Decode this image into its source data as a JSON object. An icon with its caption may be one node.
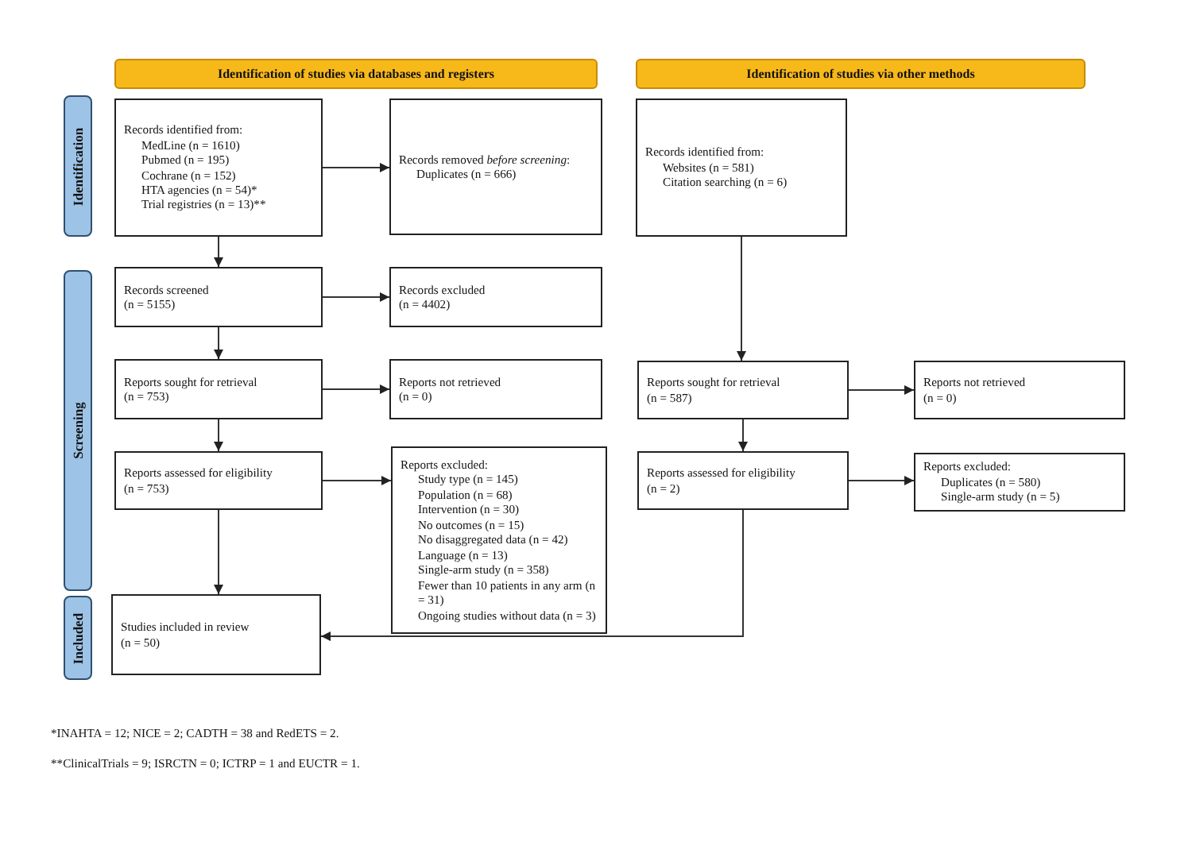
{
  "diagram": {
    "nodes": [
      {
        "text": [
          "Identification of studies via databases and registers"
        ]
      },
      {
        "text": [
          "Identification of studies via other methods"
        ]
      },
      {
        "text": [
          "Identification"
        ]
      },
      {
        "text": [
          "Records identified from:",
          "MedLine (n = 1610)",
          "Pubmed (n = 195)",
          "Cochrane (n = 152)",
          "HTA agencies (n = 54)*",
          "Trial registries (n = 13)**"
        ]
      },
      {
        "text": [
          "Records removed *before screening*:",
          "Duplicates (n = 666)"
        ]
      },
      {
        "text": [
          "Records identified from:",
          "Websites (n = 581)",
          "Citation searching (n = 6)"
        ]
      },
      {
        "text": [
          "Screening"
        ]
      },
      {
        "text": [
          "Records screened",
          "(n = 5155)"
        ]
      },
      {
        "text": [
          "Records excluded",
          "(n = 4402)"
        ]
      },
      {
        "text": [
          "Reports sought for retrieval",
          "(n = 753)"
        ]
      },
      {
        "text": [
          "Reports not retrieved",
          "(n = 0)"
        ]
      },
      {
        "text": [
          "Reports sought for retrieval",
          "(n = 587)"
        ]
      },
      {
        "text": [
          "Reports not retrieved",
          "(n = 0)"
        ]
      },
      {
        "text": [
          "Reports assessed for eligibility",
          "(n = 753)"
        ]
      },
      {
        "text": [
          "Reports excluded:",
          "Study type (n = 145)",
          "Population (n = 68)",
          "Intervention (n = 30)",
          "No outcomes (n = 15)",
          "No disaggregated data (n = 42)",
          "Language (n = 13)",
          "Single-arm study (n = 358)",
          "Fewer than 10 patients in any arm (n = 31)",
          "Ongoing studies without data (n = 3)"
        ]
      },
      {
        "text": [
          "Reports assessed for eligibility",
          "(n = 2)"
        ]
      },
      {
        "text": [
          "Reports excluded:",
          "Duplicates (n = 580)",
          "Single-arm study (n = 5)"
        ]
      },
      {
        "text": [
          "Included"
        ]
      },
      {
        "text": [
          "Studies included in review",
          "(n = 50)"
        ]
      }
    ],
    "edges": [
      {
        "from": 3,
        "to": 4,
        "arrow": "to"
      },
      {
        "from": 3,
        "to": 7,
        "arrow": "to"
      },
      {
        "from": 7,
        "to": 8,
        "arrow": "to"
      },
      {
        "from": 7,
        "to": 9,
        "arrow": "to"
      },
      {
        "from": 9,
        "to": 10,
        "arrow": "to"
      },
      {
        "from": 9,
        "to": 13,
        "arrow": "to"
      },
      {
        "from": 13,
        "to": 14,
        "arrow": "to"
      },
      {
        "from": 13,
        "to": 18,
        "arrow": "to"
      },
      {
        "from": 5,
        "to": 11,
        "arrow": "to"
      },
      {
        "from": 11,
        "to": 12,
        "arrow": "to"
      },
      {
        "from": 11,
        "to": 15,
        "arrow": "to"
      },
      {
        "from": 15,
        "to": 16,
        "arrow": "to"
      },
      {
        "from": 15,
        "to": 18,
        "arrow": "to"
      }
    ],
    "labels": [
      "*INAHTA = 12; NICE = 2; CADTH = 38 and RedETS = 2.",
      "**ClinicalTrials = 9; ISRCTN = 0; ICTRP = 1 and EUCTR = 1."
    ]
  }
}
